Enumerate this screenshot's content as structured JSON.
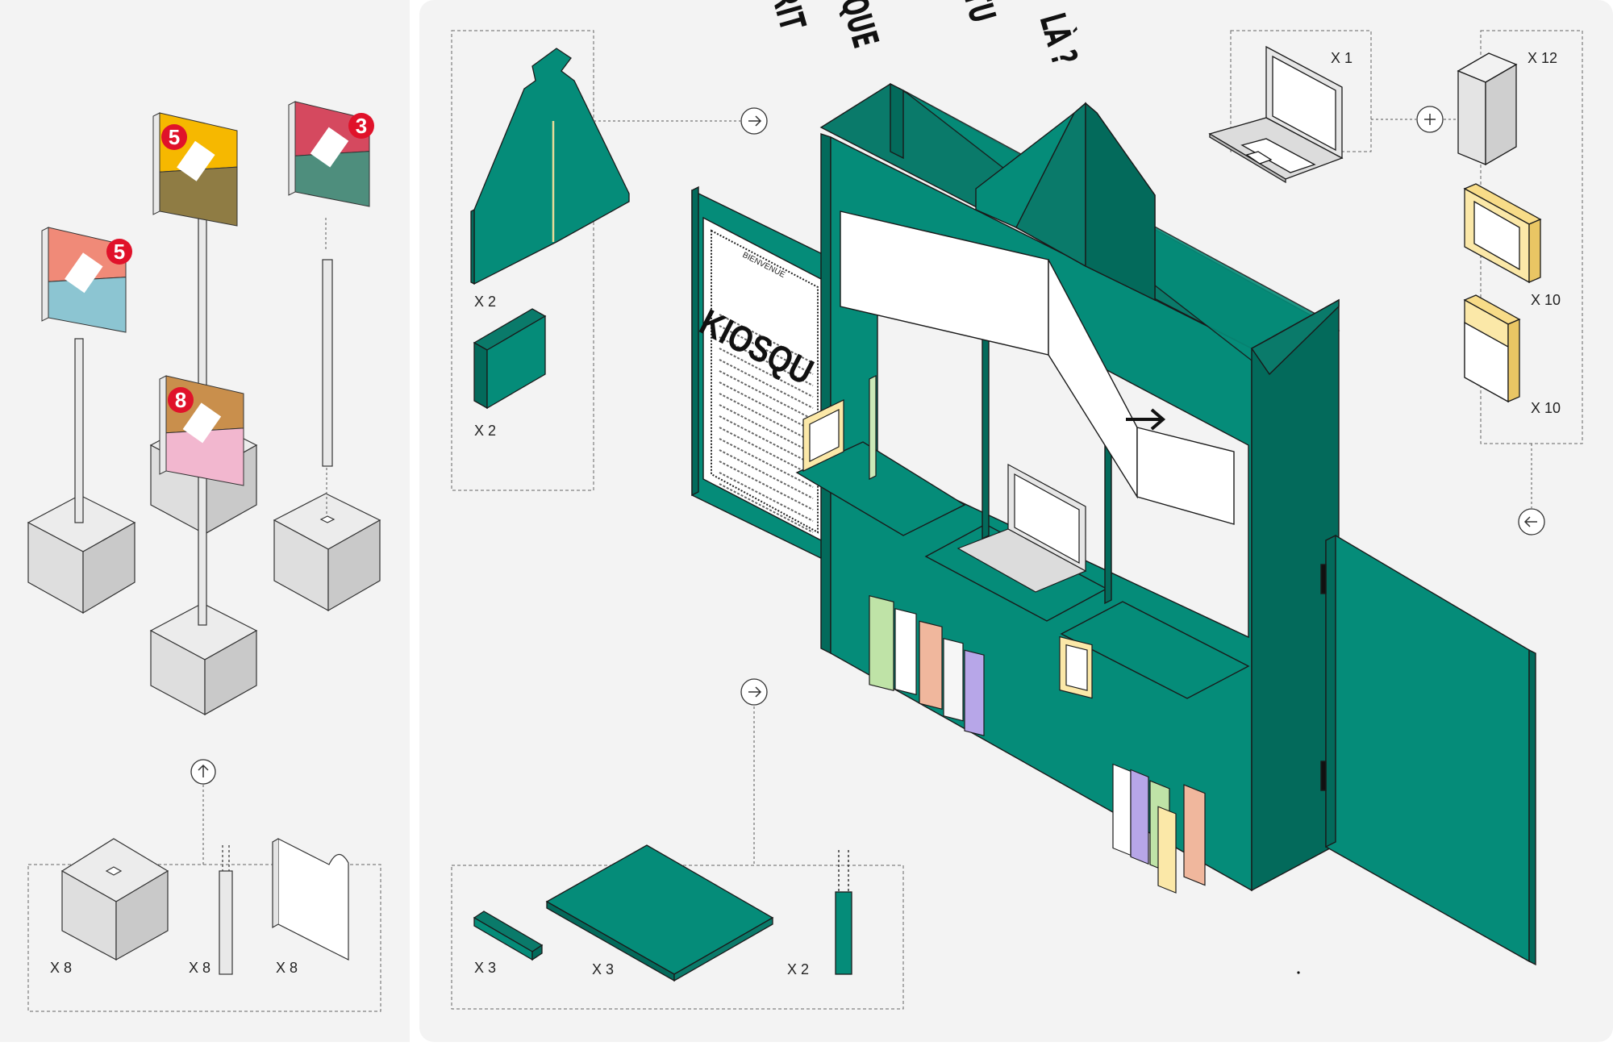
{
  "colors": {
    "background": "#f3f3f3",
    "panel_gap": "#ffffff",
    "kiosk_green": "#058c79",
    "kiosk_green_dark": "#036a5b",
    "kiosk_green_top": "#0a7a6a",
    "outline": "#1a1a1a",
    "concrete": "#dcdcdc",
    "accent_red": "#e0122a"
  },
  "left_panel": {
    "signs": [
      {
        "number": "5",
        "color_a": "#f08a78",
        "color_b": "#8cc5d2"
      },
      {
        "number": "5",
        "color_a": "#f6b800",
        "color_b": "#8f7c44"
      },
      {
        "number": "3",
        "color_a": "#d5495f",
        "color_b": "#4e8e7d"
      },
      {
        "number": "8",
        "color_a": "#c98f4c",
        "color_b": "#f2b7cf"
      }
    ],
    "parts": [
      {
        "label": "X 8",
        "icon": "concrete-cube-icon"
      },
      {
        "label": "X 8",
        "icon": "post-icon"
      },
      {
        "label": "X 8",
        "icon": "sign-panel-icon"
      }
    ],
    "arrow_icon": "arrow-up-icon"
  },
  "kiosk_parts": {
    "roof_label": "X 2",
    "block_label": "X 2",
    "beam_label": "X 3",
    "shelf_label": "X 3",
    "post_label": "X 2",
    "arrow_right_icon": "arrow-right-icon"
  },
  "equipment": {
    "laptop_label": "X 1",
    "book_label": "X 12",
    "frame_label": "X 10",
    "notebook_label": "X 10",
    "plus_icon": "plus-icon",
    "arrow_left_icon": "arrow-left-icon"
  },
  "kiosk": {
    "banner_words": [
      "ESPRIT",
      "CRITIQUE",
      "ES-TU",
      "LÀ ?"
    ],
    "poster_title": "KIOSQU",
    "poster_header": "BIENVENUE"
  }
}
